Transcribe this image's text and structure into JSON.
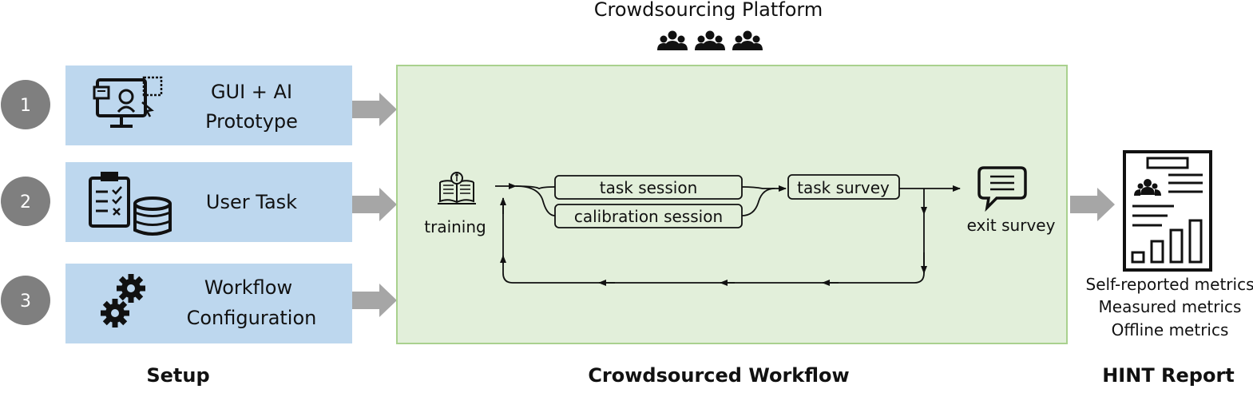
{
  "platform": {
    "title": "Crowdsourcing Platform",
    "people_icons": [
      "group-icon",
      "group-icon",
      "group-icon"
    ]
  },
  "setup": {
    "heading": "Setup",
    "steps": [
      {
        "number": "1",
        "line1": "GUI + AI",
        "line2": "Prototype",
        "icon": "monitor-user-icon"
      },
      {
        "number": "2",
        "line1": "User Task",
        "line2": "",
        "icon": "checklist-database-icon"
      },
      {
        "number": "3",
        "line1": "Workflow",
        "line2": "Configuration",
        "icon": "gears-icon"
      }
    ]
  },
  "workflow": {
    "heading": "Crowdsourced Workflow",
    "training": "training",
    "task_session": "task session",
    "calibration_session": "calibration session",
    "task_survey": "task survey",
    "exit_survey": "exit survey"
  },
  "report": {
    "heading": "HINT Report",
    "metrics": [
      "Self-reported metrics",
      "Measured metrics",
      "Offline metrics"
    ],
    "icon": "report-document-icon"
  },
  "colors": {
    "setup_box": "#bdd7ee",
    "workflow_box": "#e2efda",
    "workflow_border": "#a9d18e",
    "step_circle": "#7f7f7f",
    "big_arrow": "#a6a6a6"
  }
}
